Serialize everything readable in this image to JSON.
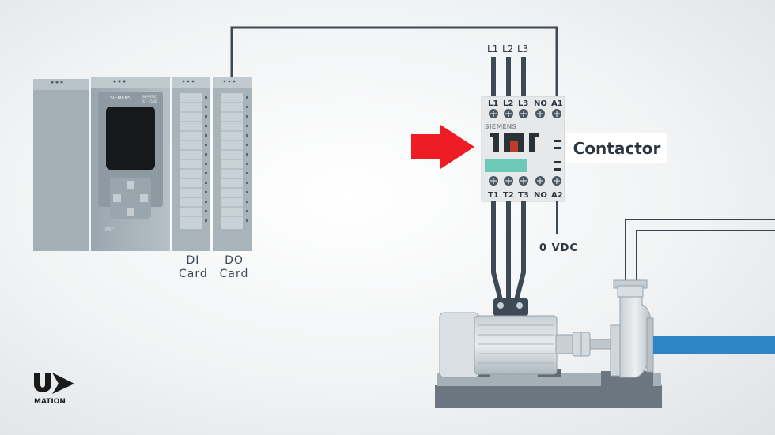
{
  "plc": {
    "brand": "SIEMENS",
    "model_line1": "SIMATIC",
    "model_line2": "S7-1500",
    "esc_label": "ESC"
  },
  "cards": [
    {
      "line1": "DI",
      "line2": "Card"
    },
    {
      "line1": "DO",
      "line2": "Card"
    }
  ],
  "contactor": {
    "label": "Contactor",
    "brand": "SIEMENS",
    "top_terminals": [
      "L1",
      "L2",
      "L3",
      "NO",
      "A1"
    ],
    "bottom_terminals": [
      "T1",
      "T2",
      "T3",
      "NO",
      "A2"
    ],
    "supply_lines": [
      "L1",
      "L2",
      "L3"
    ],
    "zero_vdc": "0 VDC"
  },
  "logo": {
    "mark": "U",
    "subtitle": "MATION"
  },
  "colors": {
    "arrow": "#ee1c24",
    "indicator": "#6cc9b5",
    "pipe_water": "#2f84c6"
  }
}
